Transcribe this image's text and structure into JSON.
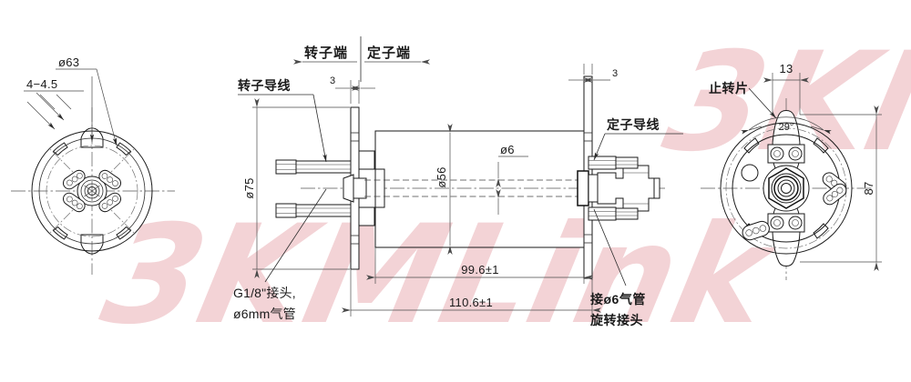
{
  "drawing": {
    "title": "Pneumatic-electric slip ring assembly drawing",
    "watermark": {
      "text": "3KMLink",
      "color": "#f3d3d6"
    },
    "ink_color": "#1a1a1a",
    "background": "#ffffff"
  },
  "header": {
    "rotor_end": "转子端",
    "stator_end": "定子端"
  },
  "left_view": {
    "name": "rotor-end-face-view",
    "dim_bolt_circle": "ø63",
    "dim_slots": "4−4.5"
  },
  "center_view": {
    "name": "side-section-view",
    "label_rotor_lead": "转子导线",
    "label_stator_lead": "定子导线",
    "dim_flange_left": "3",
    "dim_flange_right": "3",
    "dim_flange_dia": "ø75",
    "dim_body_dia": "ø56",
    "dim_shaft_dia": "ø6",
    "dim_len_body": "99.6±1",
    "dim_len_total": "110.6±1",
    "note_left_line1": "G1/8\"接头,",
    "note_left_line2": "ø6mm气管",
    "note_right_line1": "接ø6气管",
    "note_right_line2": "旋转接头"
  },
  "right_view": {
    "name": "stator-end-face-view",
    "label_anti_rotation": "止转片",
    "dim_tab_width": "13",
    "dim_angle": "29°",
    "dim_outer_height": "87"
  }
}
